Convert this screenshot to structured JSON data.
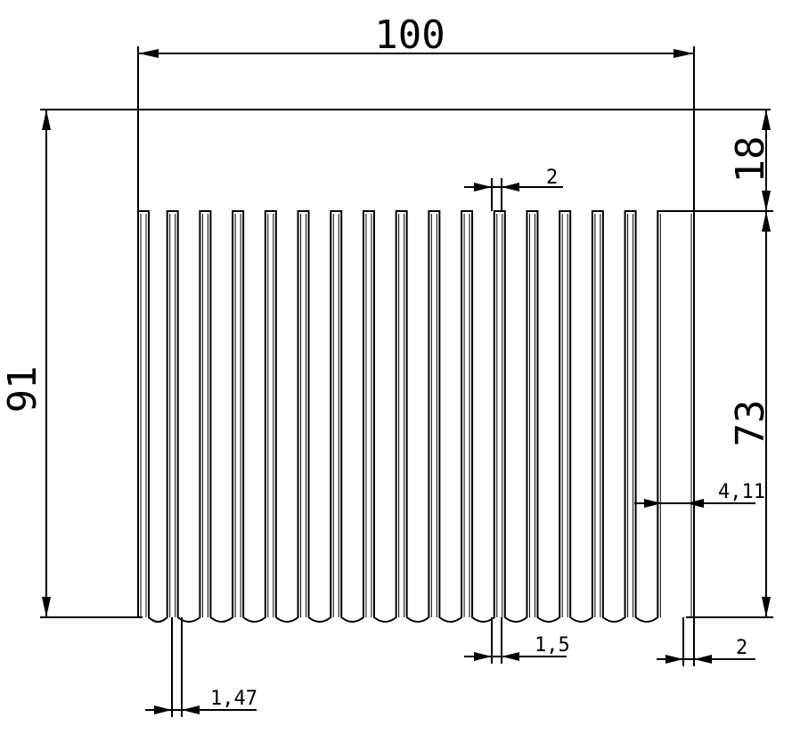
{
  "drawing": {
    "line_color": "#000000",
    "background": "#ffffff",
    "fin_count": 17,
    "dimensions": {
      "overall_width": "100",
      "overall_height": "91",
      "base_thickness": "18",
      "fin_height": "73",
      "fin_tip_width": "2",
      "fin_spacing": "4,11",
      "fin_root_gap": "1,5",
      "outer_fin_width": "2",
      "fin_wall": "1,47"
    }
  }
}
